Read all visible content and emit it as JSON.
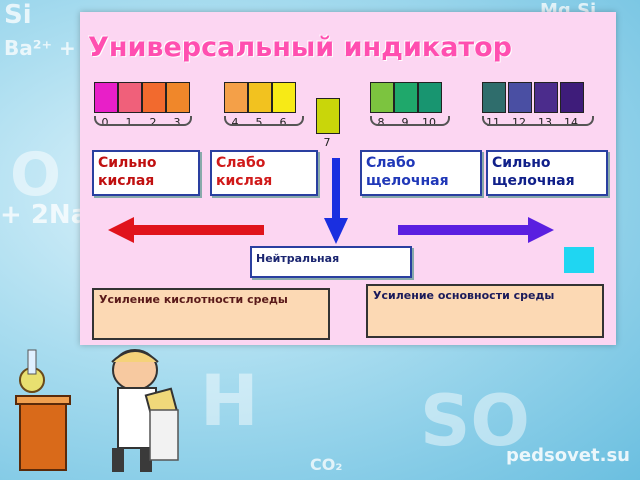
{
  "title": "Универсальный индикатор",
  "scale": [
    {
      "n": "0",
      "color": "#e81fc8"
    },
    {
      "n": "1",
      "color": "#f0607a"
    },
    {
      "n": "2",
      "color": "#f26a2e"
    },
    {
      "n": "3",
      "color": "#f0872a"
    },
    {
      "n": "4",
      "color": "#f4a048"
    },
    {
      "n": "5",
      "color": "#f2c21f"
    },
    {
      "n": "6",
      "color": "#f7ea16"
    },
    {
      "n": "7",
      "color": "#c9d60a"
    },
    {
      "n": "8",
      "color": "#7cc43f"
    },
    {
      "n": "9",
      "color": "#1fa86b"
    },
    {
      "n": "10",
      "color": "#189570"
    },
    {
      "n": "11",
      "color": "#2f6d6c"
    },
    {
      "n": "12",
      "color": "#4a4fa3"
    },
    {
      "n": "13",
      "color": "#4b2c8c"
    },
    {
      "n": "14",
      "color": "#3e1c7a"
    }
  ],
  "labels": {
    "strong_acid": "Сильно кислая",
    "weak_acid": "Слабо кислая",
    "weak_base": "Слабо щелочная",
    "strong_base": "Сильно щелочная",
    "neutral": "Нейтральная",
    "acid_increase": "Усиление кислотности среды",
    "base_increase": "Усиление основности среды"
  },
  "watermark": "pedsovet.su"
}
